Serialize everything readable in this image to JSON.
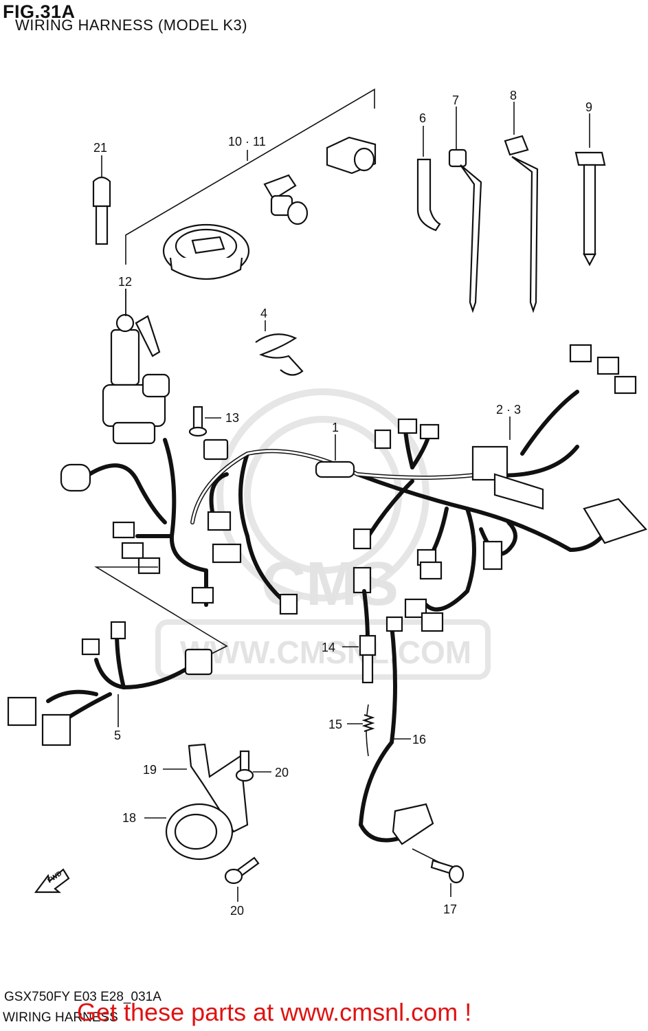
{
  "figure": {
    "number": "FIG.31A",
    "title": "WIRING HARNESS (MODEL K3)",
    "code": "GSX750FY E03 E28_031A",
    "footer_title": "WIRING HARNESS"
  },
  "watermark": {
    "brand": "CMS",
    "url": "WWW.CMSNL.COM"
  },
  "promo": {
    "text": "Get these parts at www.cmsnl.com !",
    "color": "#e01212"
  },
  "callouts": [
    {
      "id": "1",
      "label": "1"
    },
    {
      "id": "2-3",
      "label": "2 · 3"
    },
    {
      "id": "4",
      "label": "4"
    },
    {
      "id": "5",
      "label": "5"
    },
    {
      "id": "6",
      "label": "6"
    },
    {
      "id": "7",
      "label": "7"
    },
    {
      "id": "8",
      "label": "8"
    },
    {
      "id": "9",
      "label": "9"
    },
    {
      "id": "10-11",
      "label": "10 · 11"
    },
    {
      "id": "12",
      "label": "12"
    },
    {
      "id": "13",
      "label": "13"
    },
    {
      "id": "14",
      "label": "14"
    },
    {
      "id": "15",
      "label": "15"
    },
    {
      "id": "16",
      "label": "16"
    },
    {
      "id": "17",
      "label": "17"
    },
    {
      "id": "18",
      "label": "18"
    },
    {
      "id": "19",
      "label": "19"
    },
    {
      "id": "20a",
      "label": "20"
    },
    {
      "id": "20b",
      "label": "20"
    },
    {
      "id": "21",
      "label": "21"
    }
  ],
  "fwd_arrow": {
    "label": "FWD"
  }
}
